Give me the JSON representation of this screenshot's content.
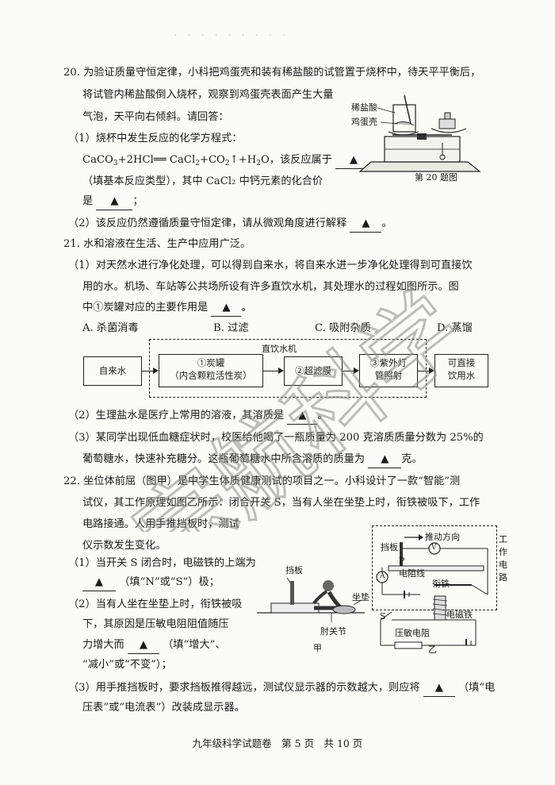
{
  "header_strip": "· · · · · · · · ·",
  "q20": {
    "l1": "20. 为验证质量守恒定律，小科把鸡蛋壳和装有稀盐酸的试管置于烧杯中，待天平平衡后，",
    "l2": "将试管内稀盐酸倒入烧杯，观察到鸡蛋壳表面产生大量",
    "l3": "气泡，天平向右倾斜。请回答：",
    "l4": "（1）烧杯中发生反应的化学方程式：",
    "eq_a": "CaCO",
    "eq_b": "+2HCl══ CaCl",
    "eq_c": "+CO",
    "eq_d": "↑+H",
    "eq_e": "O，该反应属于",
    "sub3": "3",
    "sub2": "2",
    "blank": "▲",
    "l6": "（填基本反应类型），其中 CaCl₂ 中钙元素的化合价",
    "l7a": "是",
    "l7b": "；",
    "l8a": "（2）该反应仍然遵循质量守恒定律，请从微观角度进行解释",
    "l8b": "。",
    "fig_label_acid": "稀盐酸",
    "fig_label_shell": "鸡蛋壳",
    "fig_caption": "第 20 题图"
  },
  "q21": {
    "l1": "21. 水和溶液在生活、生产中应用广泛。",
    "l2": "（1）对天然水进行净化处理，可以得到自来水，将自来水进一步净化处理得到可直接饮",
    "l3": "用的水。机场、车站等公共场所设有许多直饮水机，其处理水的过程如图所示。图",
    "l4a": "中①炭罐对应的主要作用是",
    "l4b": "。",
    "opt_a": "A. 杀菌消毒",
    "opt_b": "B. 过滤",
    "opt_c": "C. 吸附杂质",
    "opt_d": "D. 蒸馏",
    "flow": {
      "start": "自来水",
      "machine": "直饮水机",
      "step1_a": "①炭罐",
      "step1_b": "（内含颗粒活性炭）",
      "step2": "②超滤膜",
      "step3_a": "③紫外灯",
      "step3_b": "管照射",
      "end_a": "可直接",
      "end_b": "饮用水"
    },
    "l5a": "（2）生理盐水是医疗上常用的溶液，其溶质是",
    "l5b": "。",
    "l6": "（3）某同学出现低血糖症状时，校医给他喝了一瓶质量为 200 克溶质质量分数为 25%的",
    "l7a": "葡萄糖水，快速补充糖分。这瓶葡萄糖水中所含溶质的质量为",
    "l7b": "克。"
  },
  "q22": {
    "l1": "22. 坐位体前屈（图甲）是中学生体质健康测试的项目之一。小科设计了一款“智能”测",
    "l2": "试仪，其工作原理如图乙所示：闭合开关 S，当有人坐在坐垫上时，衔铁被吸下，工作",
    "l3": "电路接通。人用手推挡板时，测试",
    "l4": "仪示数发生变化。",
    "l5": "（1）当开关 S 闭合时，电磁铁的上端为",
    "l6": "（填“N”或“S”）极；",
    "l7": "（2）当有人坐在坐垫上时，衔铁被吸",
    "l8": "下，其原因是压敏电阻阻值随压",
    "l9a": "力增大而",
    "l9b": "（填“增大”、",
    "l10": "“减小”或“不变”）；",
    "l11a": "（3）用手推挡板时，要求挡板推得越远，测试仪显示器的示数越大，则应将",
    "l11b": "（填“电",
    "l12": "压表”或“电流表”）改装成显示器。",
    "fig_jia": {
      "board": "挡板",
      "cushion": "坐垫",
      "joint": "肘关节",
      "caption": "甲"
    },
    "fig_yi": {
      "push_dir": "推动方向",
      "board": "挡板",
      "p": "P",
      "v": "V",
      "a": "A",
      "wire": "电阻线",
      "armature": "衔铁",
      "electromagnet": "电磁铁",
      "s": "S",
      "pressure": "压敏电阻",
      "work_circuit": "工作电路",
      "caption": "乙"
    }
  },
  "watermark": {
    "text": "宗航科学",
    "color": "#8a8a8a"
  },
  "footer": "九年级科学试题卷　第 5 页　共 10 页"
}
